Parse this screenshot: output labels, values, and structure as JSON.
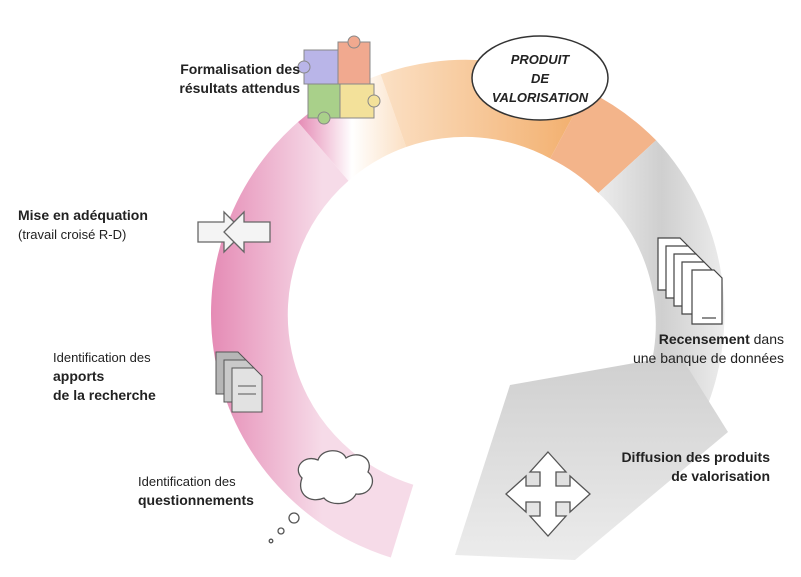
{
  "colors": {
    "pink": "#e58bb5",
    "pink_light": "#f6dbe8",
    "orange": "#f2ad6a",
    "orange_light": "#fbe0c4",
    "salmon": "#ee8a8c",
    "gray": "#cfcfcf",
    "gray_light": "#ececec"
  },
  "center": {
    "line1": "PRODUIT",
    "line2": "DE",
    "line3": "VALORISATION"
  },
  "steps": {
    "formalisation": {
      "line1": "Formalisation des",
      "line2": "résultats attendus",
      "icon": "puzzle-icon"
    },
    "adequation": {
      "title": "Mise en adéquation",
      "detail": "(travail croisé R-D)",
      "icon": "crossed-arrows-icon"
    },
    "apports": {
      "line1": "Identification des",
      "line2": "apports",
      "line3": "de la recherche",
      "icon": "documents-icon"
    },
    "questionnements": {
      "line1": "Identification des",
      "line2": "questionnements",
      "icon": "thought-cloud-icon"
    },
    "recensement": {
      "bold": "Recensement",
      "rest": " dans",
      "line2": "une banque de données",
      "icon": "document-stack-icon"
    },
    "diffusion": {
      "line1": "Diffusion des produits",
      "line2": "de valorisation",
      "icon": "four-way-arrows-icon"
    }
  }
}
